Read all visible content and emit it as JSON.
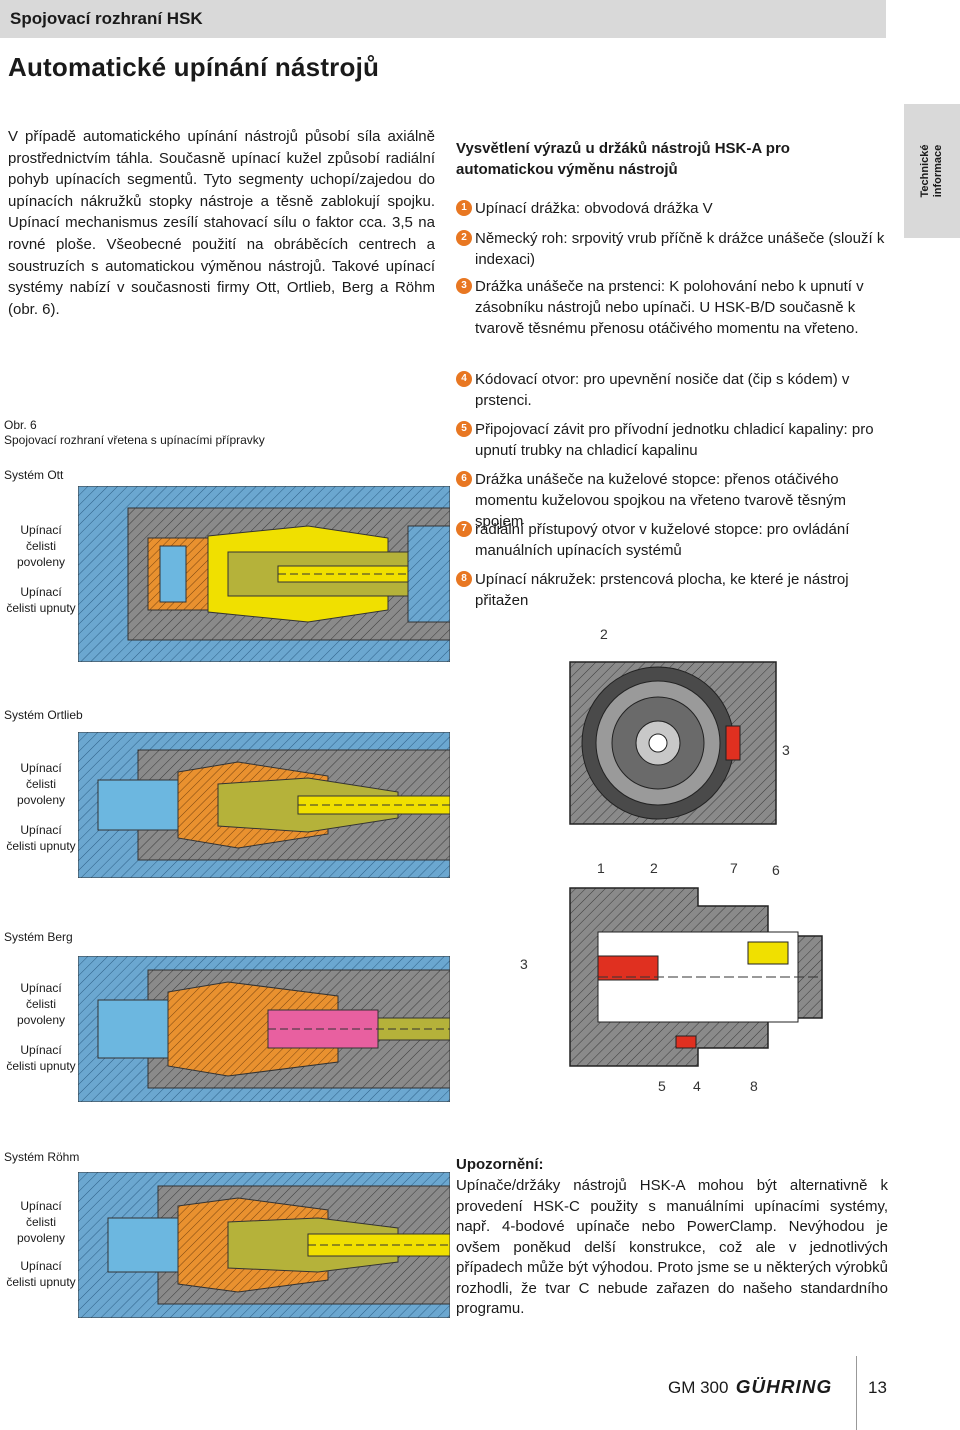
{
  "header": {
    "title": "Spojovací rozhraní HSK"
  },
  "page_title": "Automatické upínání nástrojů",
  "side_tab": "Technické\ninformace",
  "intro": "V případě automatického upínání nástrojů působí síla axiálně prostřednictvím táhla. Současně upínací kužel způsobí radiální pohyb upínacích segmentů. Tyto segmenty uchopí/zajedou do upínacích nákružků stopky nástroje a těsně zablokují spojku. Upínací mechanismus zesílí stahovací sílu o faktor cca. 3,5 na rovné ploše. Všeobecné použití na obráběcích centrech a soustruzích s automatickou výměnou nástrojů. Takové upínací systémy nabízí v současnosti firmy Ott, Ortlieb, Berg a Röhm (obr. 6).",
  "legend": {
    "heading": "Vysvětlení výrazů u držáků nástrojů HSK-A pro automatickou výměnu nástrojů",
    "items": [
      {
        "num": "1",
        "text": "Upínací drážka: obvodová drážka V"
      },
      {
        "num": "2",
        "text": "Německý roh: srpovitý vrub příčně k drážce unášeče (slouží k indexaci)"
      },
      {
        "num": "3",
        "text": "Drážka unášeče na prstenci: K polohování nebo k upnutí v zásobníku nástrojů nebo upínači. U HSK-B/D současně k tvarově těsnému přenosu otáčivého momentu na vřeteno."
      },
      {
        "num": "4",
        "text": "Kódovací otvor: pro upevnění nosiče dat (čip s kódem) v prstenci."
      },
      {
        "num": "5",
        "text": "Připojovací závit pro přívodní jednotku chladicí kapaliny: pro upnutí trubky na chladicí kapalinu"
      },
      {
        "num": "6",
        "text": "Drážka unášeče na kuželové stopce: přenos otáčivého momentu kuželovou spojkou na vřeteno tvarově těsným spojem"
      },
      {
        "num": "7",
        "text": "radiální přístupový otvor v kuželové stopce: pro ovládání manuálních upínacích systémů"
      },
      {
        "num": "8",
        "text": "Upínací nákružek: prstencová plocha, ke které je nástroj přitažen"
      }
    ]
  },
  "figure": {
    "label": "Obr. 6",
    "caption": "Spojovací rozhraní vřetena s upínacími přípravky",
    "released": "Upínací čelisti povoleny",
    "clamped": "Upínací čelisti upnuty",
    "systems": [
      "Systém Ott",
      "Systém Ortlieb",
      "Systém Berg",
      "Systém Röhm"
    ]
  },
  "callouts": {
    "front_view": [
      "2",
      "3"
    ],
    "side_view_top": [
      "1",
      "2",
      "7",
      "6"
    ],
    "side_view_left": "3",
    "side_view_bottom": [
      "5",
      "4",
      "8"
    ]
  },
  "note": {
    "heading": "Upozornění:",
    "body": "Upínače/držáky nástrojů HSK-A mohou být alternativně k provedení HSK-C použity s manuálními upínacími systémy, např. 4-bodové upínače nebo PowerClamp. Nevýhodou je ovšem poněkud delší konstrukce, což ale v jednotlivých případech může být výhodou. Proto jsme se u některých výrobků rozhodli, že tvar C nebude zařazen do našeho standardního programu."
  },
  "footer": {
    "code": "GM 300",
    "logo": "GÜHRING",
    "page": "13"
  },
  "colors": {
    "orange": "#e87722",
    "blue": "#5fa8d6",
    "yellow": "#f0e000",
    "olive": "#b5b23a",
    "pink": "#e860a0",
    "red": "#e03020",
    "gray": "#808080"
  }
}
